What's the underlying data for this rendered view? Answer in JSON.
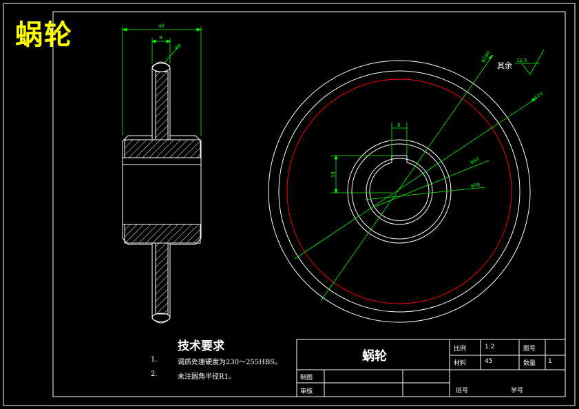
{
  "page_title": "蜗轮",
  "dims": {
    "width_40": "40",
    "hub_9": "9",
    "r5": "R5",
    "d186": "φ186",
    "d124": "φ124",
    "d64": "φ64",
    "d50": "φ50",
    "key_8": "8",
    "key_18": "18",
    "roughness_note": "其余",
    "roughness_value": "12.5"
  },
  "tech": {
    "title": "技术要求",
    "items": [
      {
        "num": "1.",
        "text": "调质处理硬度为230～255HBS。"
      },
      {
        "num": "2.",
        "text": "未注圆角半径R1。"
      }
    ]
  },
  "title_block": {
    "name": "蜗轮",
    "ratio_label": "比例",
    "ratio_value": "1:2",
    "drawing_no_label": "图号",
    "material_label": "材料",
    "material_value": "45",
    "quantity_label": "数量",
    "quantity_value": "1",
    "drawn_label": "制图",
    "review_label": "审核",
    "class_label": "班号",
    "student_label": "学号"
  },
  "colors": {
    "outline": "#ffffff",
    "dimension": "#00ff00",
    "pitch_circle": "#ff0000",
    "caption": "#ffff00"
  }
}
